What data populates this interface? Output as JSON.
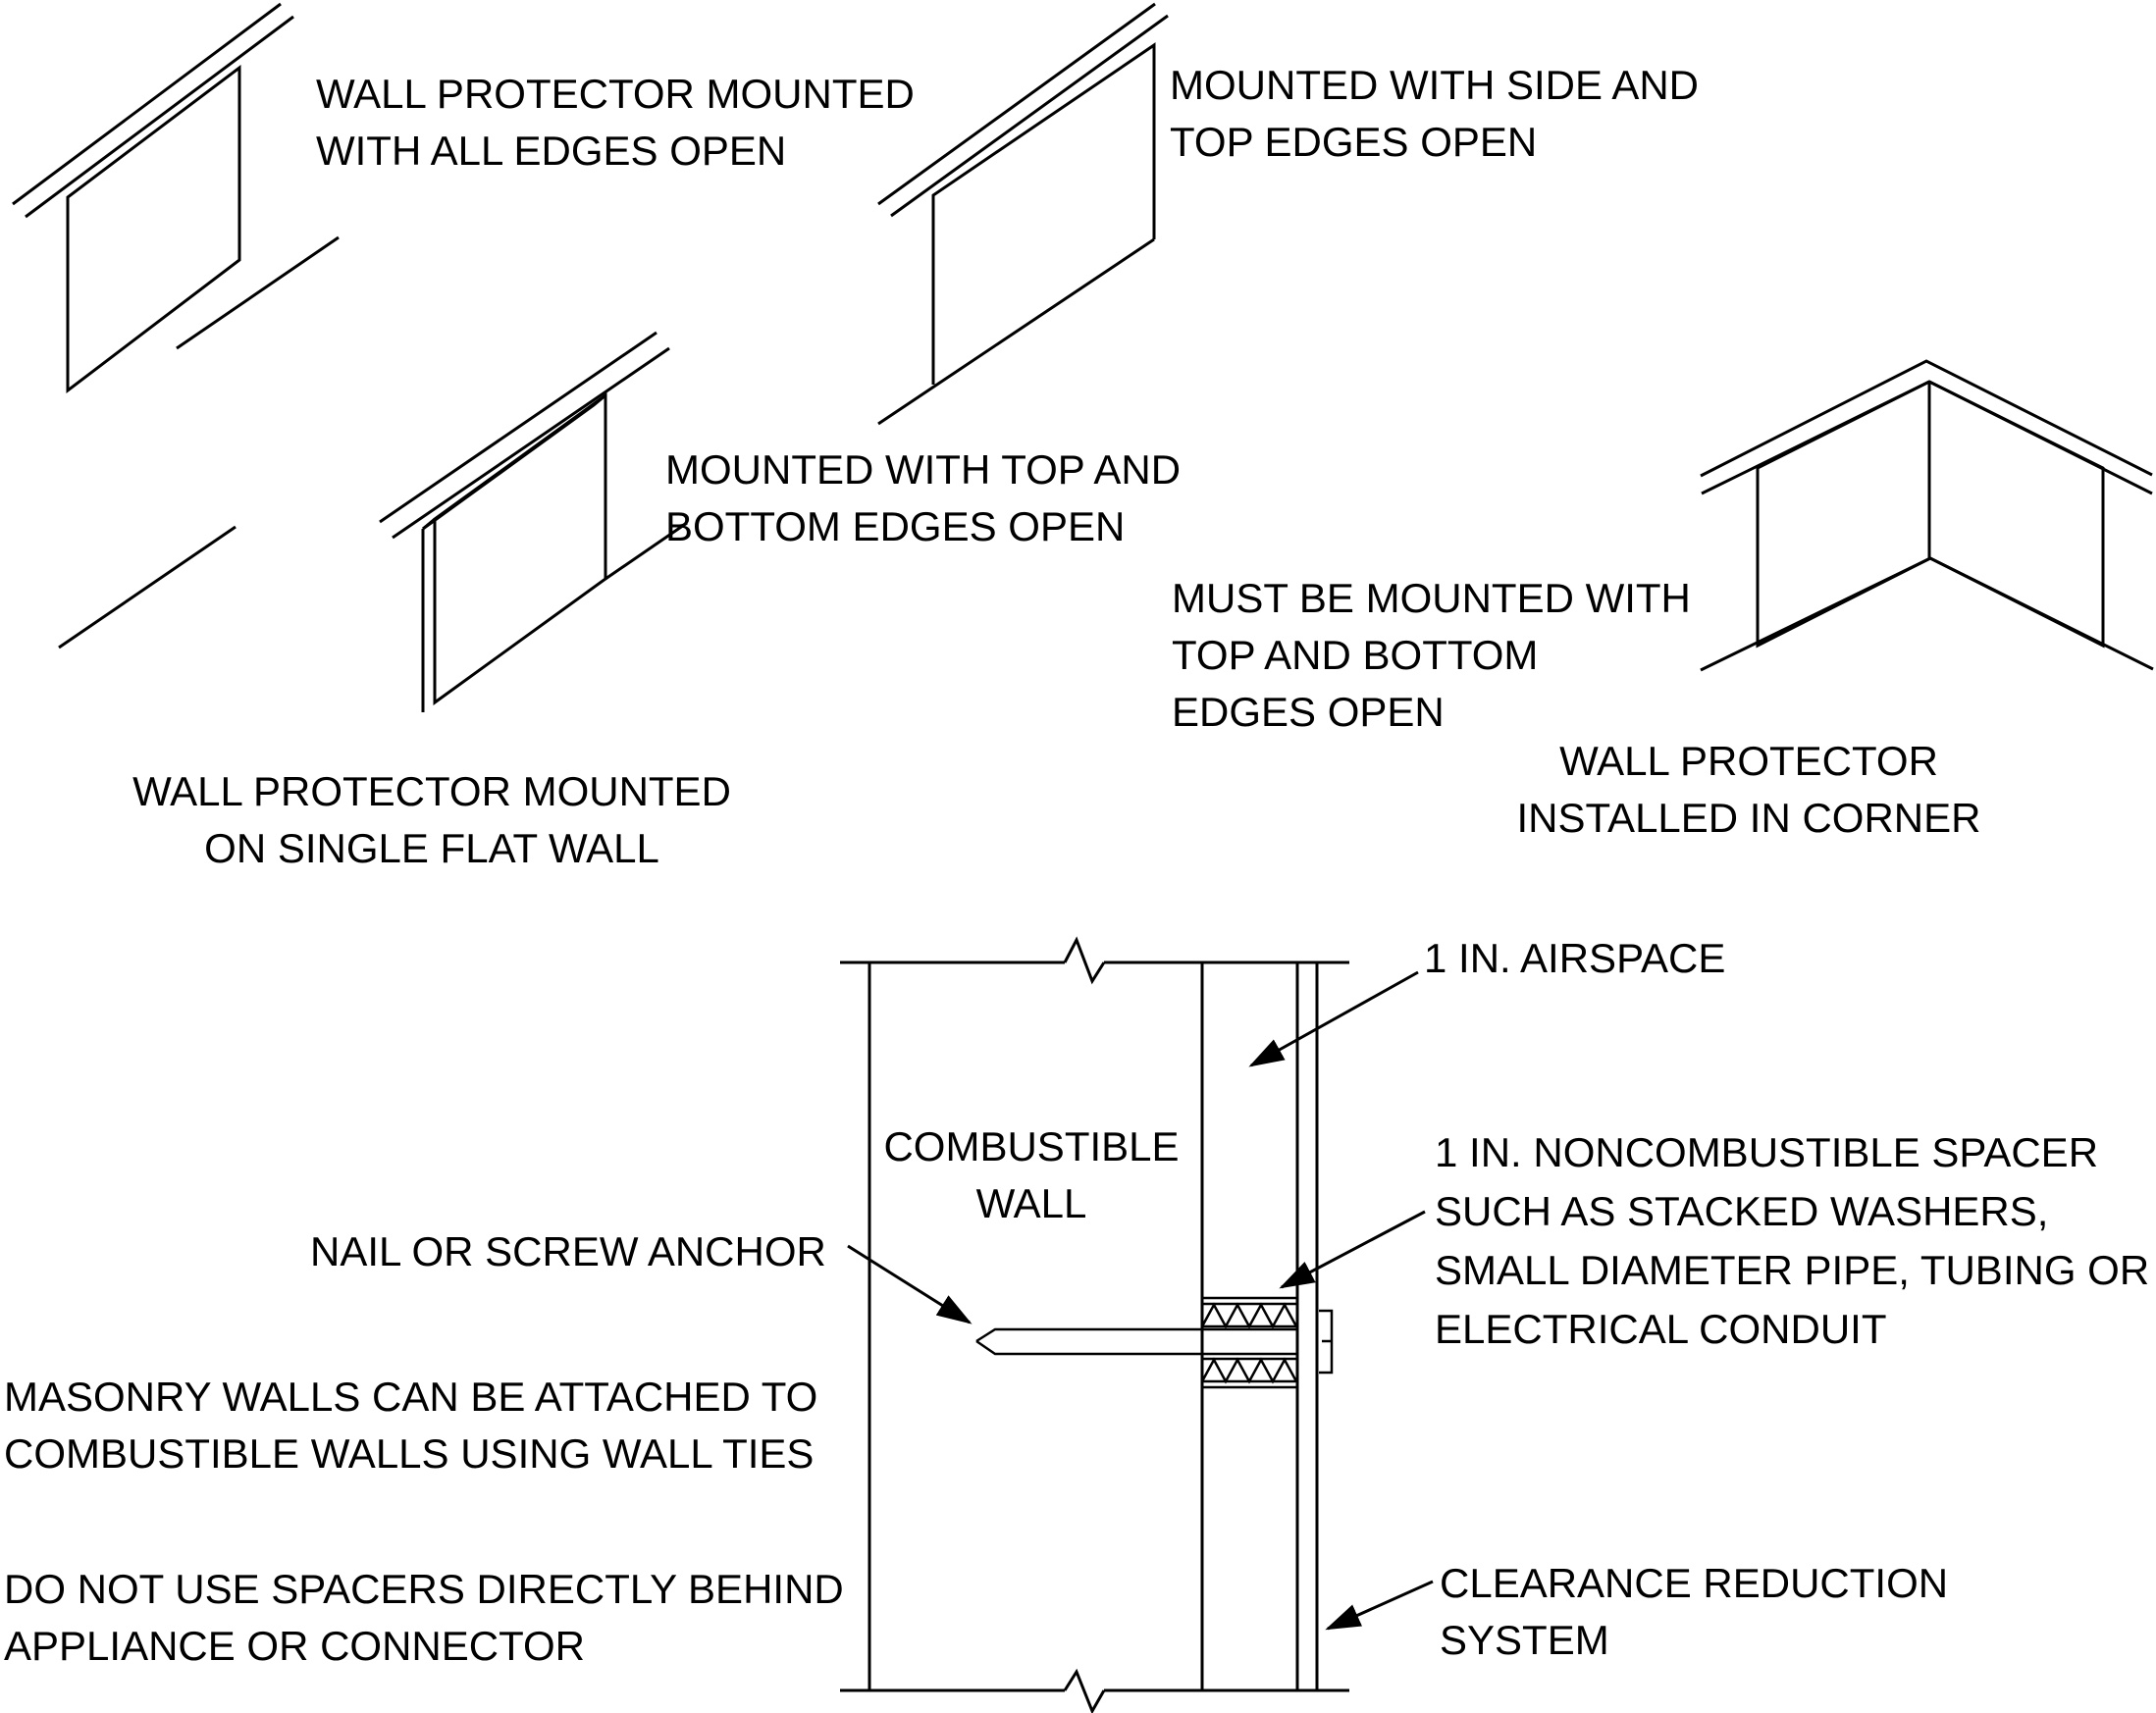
{
  "colors": {
    "line": "#000000",
    "background": "#ffffff"
  },
  "figures": {
    "flat_all_open": {
      "label_line1": "WALL PROTECTOR MOUNTED",
      "label_line2": "WITH ALL EDGES OPEN"
    },
    "flat_side_top_open": {
      "label_line1": "MOUNTED WITH SIDE AND",
      "label_line2": "TOP EDGES OPEN"
    },
    "flat_top_bottom_open": {
      "label_line1": "MOUNTED WITH TOP AND",
      "label_line2": "BOTTOM EDGES OPEN",
      "caption_line1": "WALL PROTECTOR MOUNTED",
      "caption_line2": "ON SINGLE FLAT WALL"
    },
    "corner": {
      "label_line1": "MUST BE MOUNTED WITH",
      "label_line2": "TOP AND BOTTOM",
      "label_line3": "EDGES OPEN",
      "caption_line1": "WALL PROTECTOR",
      "caption_line2": "INSTALLED IN CORNER"
    }
  },
  "detail": {
    "wall_line1": "COMBUSTIBLE",
    "wall_line2": "WALL",
    "airspace": "1 IN. AIRSPACE",
    "spacer_line1": "1 IN. NONCOMBUSTIBLE SPACER",
    "spacer_line2": "SUCH AS STACKED WASHERS,",
    "spacer_line3": "SMALL DIAMETER PIPE, TUBING OR",
    "spacer_line4": "ELECTRICAL CONDUIT",
    "nail": "NAIL OR SCREW ANCHOR",
    "clearance_line1": "CLEARANCE REDUCTION",
    "clearance_line2": "SYSTEM"
  },
  "notes": {
    "masonry_line1": "MASONRY WALLS CAN BE ATTACHED TO",
    "masonry_line2": "COMBUSTIBLE WALLS USING WALL TIES",
    "spacers_line1": "DO NOT USE SPACERS DIRECTLY BEHIND",
    "spacers_line2": "APPLIANCE OR CONNECTOR"
  }
}
